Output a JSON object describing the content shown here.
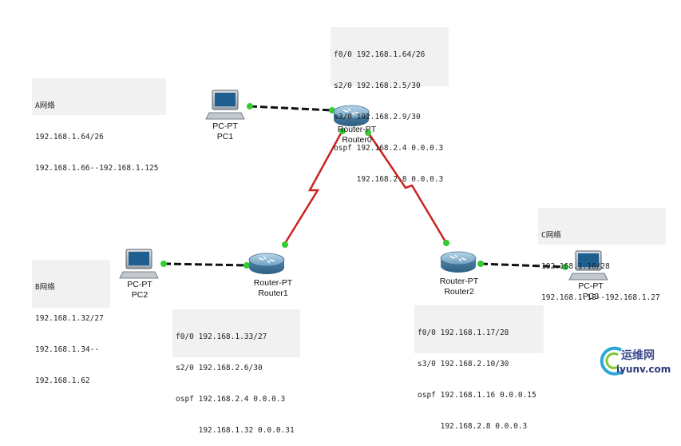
{
  "notes": {
    "router0": [
      "f0/0 192.168.1.64/26",
      "s2/0 192.168.2.5/30",
      "s3/0 192.168.2.9/30",
      "ospf 192.168.2.4 0.0.0.3",
      "     192.168.2.8 0.0.0.3"
    ],
    "network_a": [
      "A网络",
      "192.168.1.64/26",
      "192.168.1.66--192.168.1.125"
    ],
    "network_b": [
      "B网络",
      "192.168.1.32/27",
      "192.168.1.34--",
      "192.168.1.62"
    ],
    "network_c": [
      "C网络",
      "192.168.1.16/28",
      "192.168.1.18--192.168.1.27"
    ],
    "router1": [
      "f0/0 192.168.1.33/27",
      "s2/0 192.168.2.6/30",
      "ospf 192.168.2.4 0.0.0.3",
      "     192.168.1.32 0.0.0.31"
    ],
    "router2": [
      "f0/0 192.168.1.17/28",
      "s3/0 192.168.2.10/30",
      "ospf 192.168.1.16 0.0.0.15",
      "     192.168.2.8 0.0.0.3"
    ]
  },
  "devices": {
    "pc1": {
      "model": "PC-PT",
      "name": "PC1"
    },
    "pc2": {
      "model": "PC-PT",
      "name": "PC2"
    },
    "pc3": {
      "model": "PC-PT",
      "name": "PC3"
    },
    "router0": {
      "model": "Router-PT",
      "name": "Router0"
    },
    "router1": {
      "model": "Router-PT",
      "name": "Router1"
    },
    "router2": {
      "model": "Router-PT",
      "name": "Router2"
    }
  },
  "colors": {
    "serial_link": "#cc2222",
    "ethernet_link": "#111111",
    "port_up": "#33cc33",
    "note_bg": "#f1f1f1",
    "router_body": "#5b8fb0"
  },
  "watermark": {
    "brand": "运维网",
    "site": "iyunv.com"
  }
}
